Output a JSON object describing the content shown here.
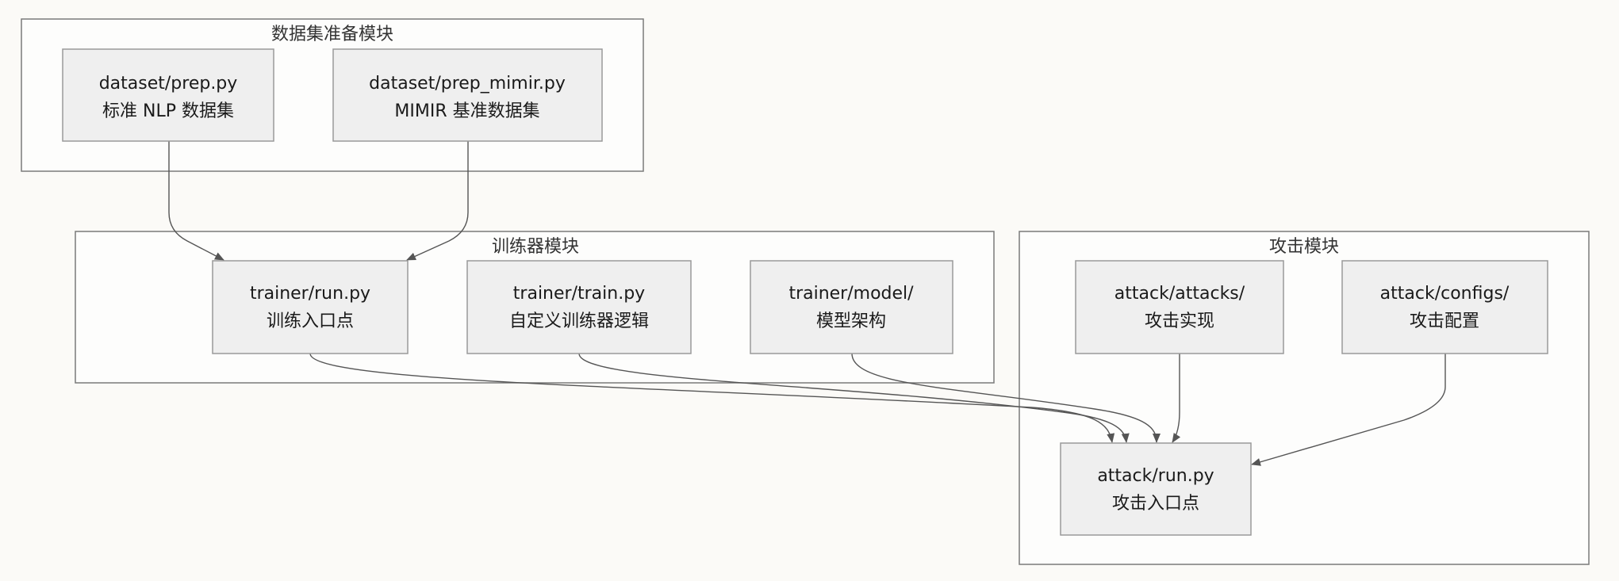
{
  "groups": {
    "dataset_module": {
      "title": "数据集准备模块"
    },
    "trainer_module": {
      "title": "训练器模块"
    },
    "attack_module": {
      "title": "攻击模块"
    }
  },
  "nodes": {
    "dataset_prep": {
      "line1": "dataset/prep.py",
      "line2": "标准 NLP 数据集"
    },
    "dataset_prep_mimir": {
      "line1": "dataset/prep_mimir.py",
      "line2": "MIMIR 基准数据集"
    },
    "trainer_run": {
      "line1": "trainer/run.py",
      "line2": "训练入口点"
    },
    "trainer_train": {
      "line1": "trainer/train.py",
      "line2": "自定义训练器逻辑"
    },
    "trainer_model": {
      "line1": "trainer/model/",
      "line2": "模型架构"
    },
    "attack_attacks": {
      "line1": "attack/attacks/",
      "line2": "攻击实现"
    },
    "attack_configs": {
      "line1": "attack/configs/",
      "line2": "攻击配置"
    },
    "attack_run": {
      "line1": "attack/run.py",
      "line2": "攻击入口点"
    }
  },
  "edges": [
    {
      "from": "dataset_prep",
      "to": "trainer_run"
    },
    {
      "from": "dataset_prep_mimir",
      "to": "trainer_run"
    },
    {
      "from": "trainer_run",
      "to": "attack_run"
    },
    {
      "from": "trainer_train",
      "to": "attack_run"
    },
    {
      "from": "trainer_model",
      "to": "attack_run"
    },
    {
      "from": "attack_attacks",
      "to": "attack_run"
    },
    {
      "from": "attack_configs",
      "to": "attack_run"
    }
  ],
  "colors": {
    "background": "#fbfaf7",
    "node_fill": "#efefef",
    "edge": "#555555"
  }
}
